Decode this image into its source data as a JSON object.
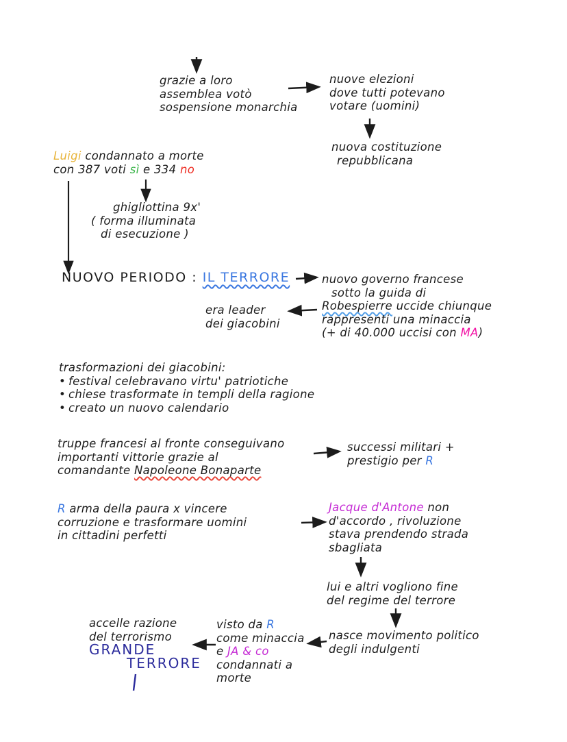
{
  "page": {
    "type": "handwritten-notes",
    "language": "it",
    "topic": "Rivoluzione francese - Il Terrore",
    "background": "#ffffff",
    "ink": "#1c1c1c"
  },
  "colors": {
    "yellow": "#e8b43a",
    "green": "#3cb54a",
    "red": "#ee2e24",
    "blue": "#3a77e0",
    "magenta": "#c52bd4",
    "pink": "#f311a5",
    "navy": "#2c2c9c",
    "underline_red": "#e8463a",
    "underline_blue": "#55a0e8"
  },
  "notes": {
    "assembly": {
      "line1": "grazie a loro",
      "line2": "assemblea votò",
      "line3": "sospensione monarchia"
    },
    "elections": {
      "line1": "nuove elezioni",
      "line2": "dove tutti potevano",
      "line3": "votare (uomini)"
    },
    "constitution": {
      "line1": "nuova costituzione",
      "line2": "repubblicana"
    },
    "luigi": {
      "name": "Luigi",
      "rest1": "condannato a morte",
      "rest2a": "con 387 voti",
      "yes": "sì",
      "rest2b": "e 334",
      "no": "no"
    },
    "guillotine": {
      "line1": "ghigliottina 9x'",
      "line2": "( forma illuminata",
      "line3": "di esecuzione )"
    },
    "new_period": {
      "label": "NUOVO PERIODO :",
      "highlight": "IL TERRORE"
    },
    "government": {
      "line1": "nuovo governo francese",
      "line2": "sotto la guida di",
      "line3_name": "Robespierre",
      "line3_rest": "uccide chiunque",
      "line4": "rappresenti una minaccia",
      "line5a": "(+ di 40.000 uccisi con",
      "line5_initials": "MA",
      "line5b": ")"
    },
    "leader": {
      "line1": "era leader",
      "line2": "dei giacobini"
    },
    "transformations": {
      "title": "trasformazioni dei giacobini:",
      "bullet1": "festival celebravano virtu' patriotiche",
      "bullet2": "chiese trasformate in templi della ragione",
      "bullet3": "creato un nuovo calendario"
    },
    "troops": {
      "line1": "truppe francesi al fronte conseguivano",
      "line2": "importanti vittorie grazie al",
      "line3a": "comandante",
      "line3_name": "Napoleone Bonaparte"
    },
    "military": {
      "line1": "successi militari +",
      "line2a": "prestigio per",
      "line2_r": "R"
    },
    "fear": {
      "r": "R",
      "line1": "arma della paura x vincere",
      "line2": "corruzione e trasformare uomini",
      "line3": "in cittadini perfetti"
    },
    "danton": {
      "name": "Jacque d'Antone",
      "line1_rest": "non",
      "line2": "d'accordo , rivoluzione",
      "line3": "stava prendendo strada",
      "line4": "sbagliata"
    },
    "end_terror": {
      "line1": "lui e altri vogliono fine",
      "line2": "del regime del terrore"
    },
    "indulgents": {
      "line1": "nasce movimento politico",
      "line2": "degli indulgenti"
    },
    "threat": {
      "line1a": "visto da",
      "line1_r": "R",
      "line2": "come minaccia",
      "line3a": "e",
      "line3_ja": "JA & co",
      "line4": "condannati a",
      "line5": "morte"
    },
    "acceleration": {
      "line1": "accelle razione",
      "line2": "del terrorismo",
      "line3": "GRANDE",
      "line4": "TERRORE"
    }
  }
}
